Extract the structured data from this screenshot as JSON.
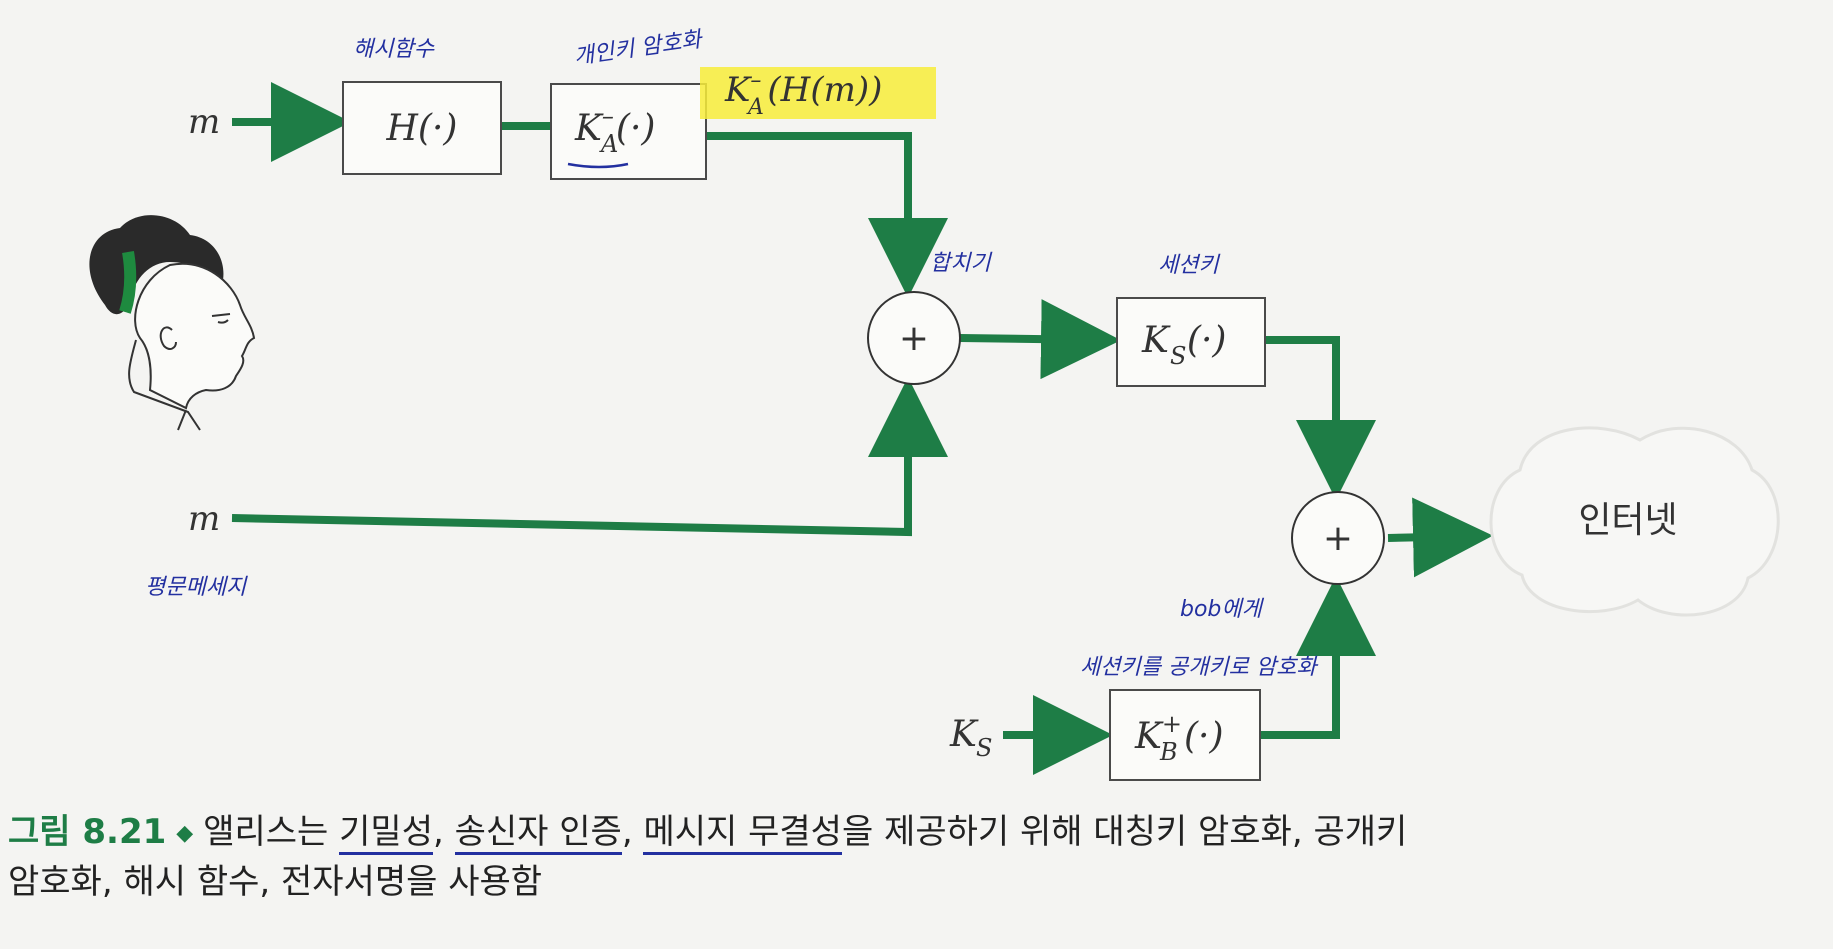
{
  "diagram": {
    "input_top": "m",
    "input_bottom": "m",
    "hash_box": "H(·)",
    "private_box": {
      "main": "K",
      "sub": "A",
      "sup": "–",
      "arg": "(·)"
    },
    "signed_output": {
      "main": "K",
      "sub": "A",
      "sup": "–",
      "arg": "(H(m))"
    },
    "adder_symbol": "+",
    "session_box": {
      "main": "K",
      "sub": "S",
      "arg": "(·)"
    },
    "public_box": {
      "main": "K",
      "sub": "B",
      "sup": "+",
      "arg": "(·)"
    },
    "session_key_input": {
      "main": "K",
      "sub": "S"
    },
    "internet_label": "인터넷"
  },
  "handwritten_notes": {
    "hash_function": "해시함수",
    "private_key": "개인키 암호화",
    "merge": "합치기",
    "session_key": "세션키",
    "plaintext": "평문메세지",
    "encrypted_session_key": "세션키를 공개키로 암호화",
    "to_bob": "bob에게"
  },
  "caption": {
    "figure_label": "그림 8.21",
    "diamond": "◆",
    "text_before": "앨리스는 ",
    "u1": "기밀성",
    "sep1": ", ",
    "u2": "송신자 인증",
    "sep2": ", ",
    "u3": "메시지 무결성",
    "text_line1_rest": "을 제공하기 위해 대칭키 암호화, 공개키",
    "text_line2": "암호화, 해시 함수, 전자서명을 사용함"
  },
  "colors": {
    "arrow_green": "#1e7d46",
    "ink_blue": "#2330a0",
    "highlight": "#f7ec3a"
  }
}
